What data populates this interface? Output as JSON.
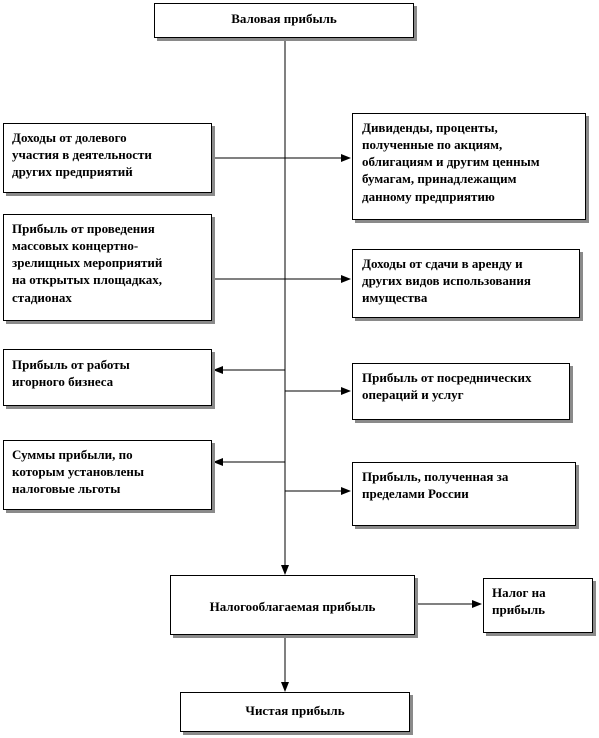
{
  "boxes": {
    "gross_profit": "Валовая прибыль",
    "left_1": "Доходы от долевого\nучастия в деятельности\nдругих предприятий",
    "left_2": "Прибыль от проведения\nмассовых концертно-\nзрелищных мероприятий\nна открытых площадках,\nстадионах",
    "left_3": "Прибыль от работы\nигорного бизнеса",
    "left_4": "Суммы прибыли, по\nкоторым установлены\nналоговые льготы",
    "right_1": "Дивиденды, проценты,\nполученные по акциям,\nоблигациям и другим ценным\nбумагам, принадлежащим\nданному предприятию",
    "right_2": "Доходы от сдачи в аренду и\nдругих видов использования\nимущества",
    "right_3": "Прибыль от посреднических\nопераций и услуг",
    "right_4": "Прибыль, полученная за\nпределами России",
    "taxable_profit": "Налогооблагаемая прибыль",
    "profit_tax": "Налог на\nприбыль",
    "net_profit": "Чистая прибыль"
  }
}
